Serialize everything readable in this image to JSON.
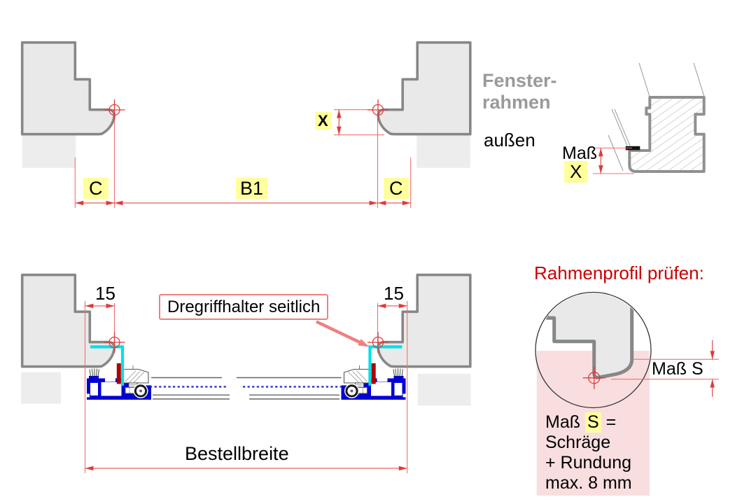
{
  "colors": {
    "dim-line": "#F07070",
    "dim-strong": "#E03A3A",
    "hl": "#FFFF9C",
    "frame-fill": "#E9E9E9",
    "frame-stroke": "#878787",
    "wall": "#EDEDED",
    "blue": "#0000D4",
    "dblue": "#2222CC",
    "cyan": "#00E0E8",
    "darkred": "#B00000",
    "pink": "#F9DEE0",
    "salmon": "#EE8080",
    "titlered": "#CC0000",
    "capgray": "#9A9A9A"
  },
  "top_view": {
    "dim_c_left": "C",
    "dim_b1": "B1",
    "dim_c_right": "C",
    "dim_x": "X",
    "caption_line1": "Fenster-",
    "caption_line2": "rahmen",
    "outside_label": "außen"
  },
  "detail_x": {
    "mass_label": "Maß",
    "dim_x": "X"
  },
  "bottom_view": {
    "dim_15_left": "15",
    "dim_15_right": "15",
    "callout_label": "Dregriffhalter seitlich",
    "order_width_label": "Bestellbreite"
  },
  "profile_check": {
    "title": "Rahmenprofil prüfen:",
    "dim_label": "Maß S",
    "note_line1_prefix": "Maß",
    "note_line1_highlight": "S",
    "note_line1_suffix": "=",
    "note_line2": "Schräge",
    "note_line3": "+ Rundung",
    "note_line4": "max. 8 mm"
  }
}
